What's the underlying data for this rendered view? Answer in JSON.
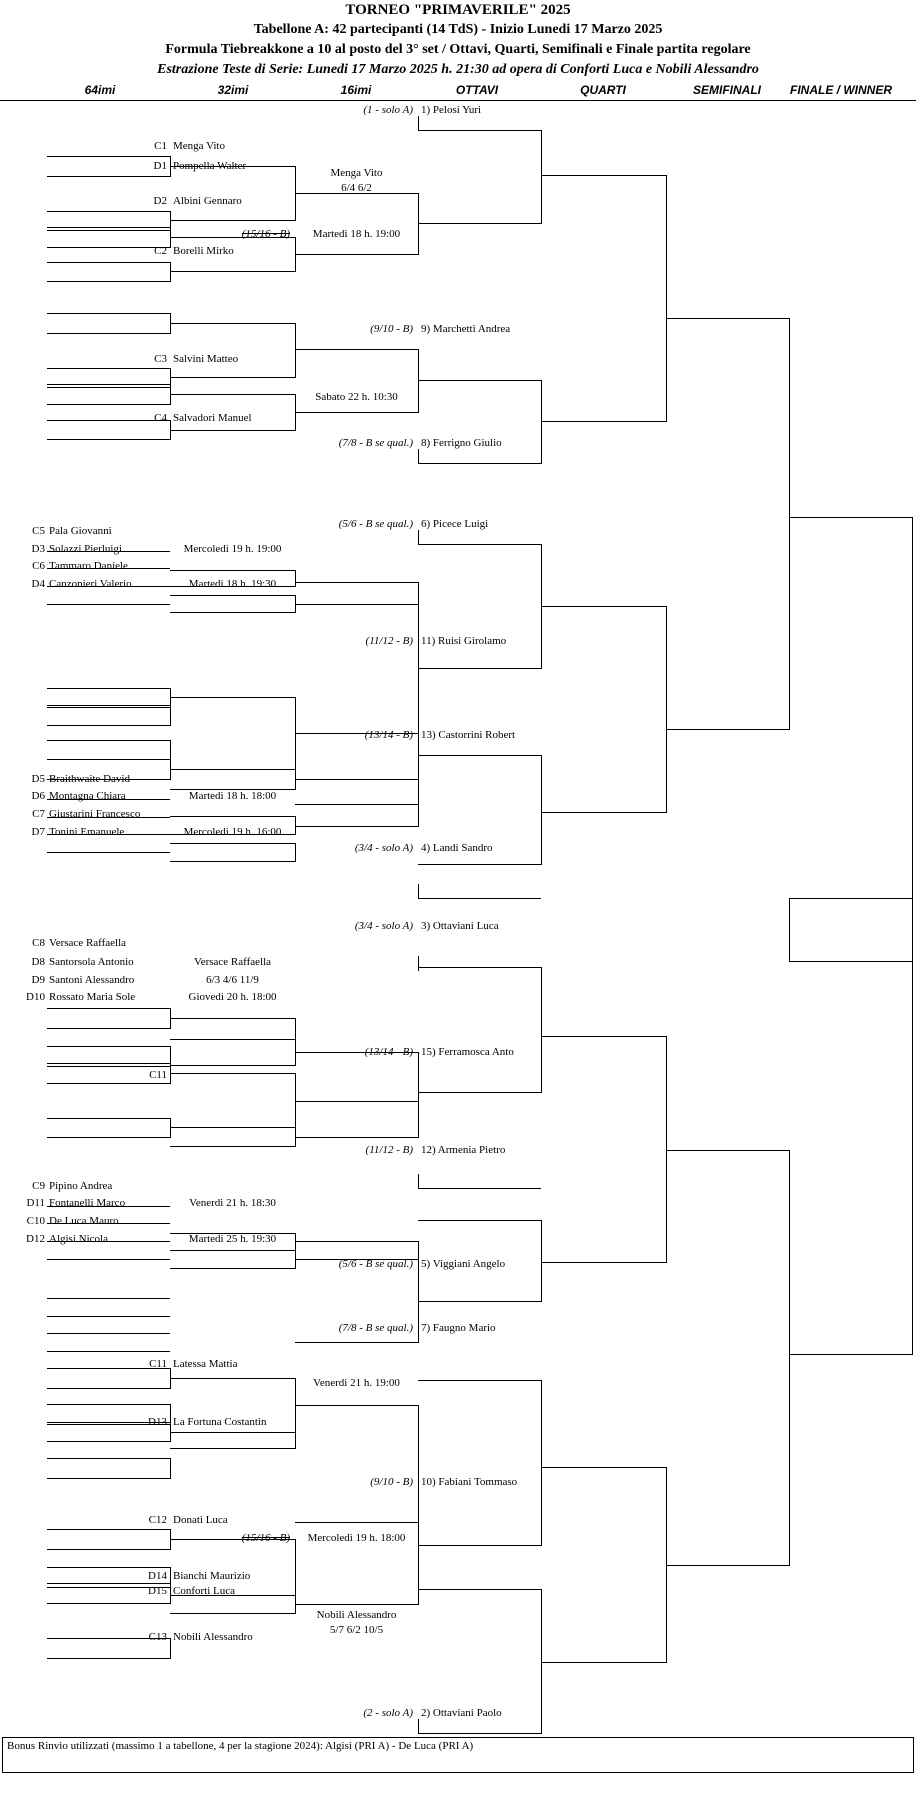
{
  "title": "TORNEO  \"PRIMAVERILE\"  2025",
  "subtitle": "Tabellone A: 42 partecipanti (14 TdS) - Inizio Lunedi 17 Marzo 2025",
  "formula": "Formula Tiebreakkone a 10 al posto del 3° set / Ottavi, Quarti, Semifinali e Finale partita regolare",
  "extraction": "Estrazione Teste di Serie: Lunedi 17 Marzo 2025 h. 21:30 ad opera di Conforti Luca e Nobili Alessandro",
  "columns": [
    "64imi",
    "32imi",
    "16imi",
    "OTTAVI",
    "QUARTI",
    "SEMIFINALI",
    "FINALE / WINNER"
  ],
  "bonus": "Bonus Rinvio utilizzati (massimo 1 a tabellone, 4 per la stagione 2024): Algisi (PRI A) - De Luca (PRI A)",
  "seeds": {
    "s1": {
      "tag": "(1 - solo A)",
      "name": "1) Pelosi Yuri"
    },
    "s9": {
      "tag": "(9/10 - B)",
      "name": "9) Marchetti Andrea"
    },
    "s8": {
      "tag": "(7/8 - B se qual.)",
      "name": "8) Ferrigno Giulio"
    },
    "s6": {
      "tag": "(5/6 - B se qual.)",
      "name": "6) Picece Luigi"
    },
    "s11": {
      "tag": "(11/12 - B)",
      "name": "11) Ruisi Girolamo"
    },
    "s13": {
      "tag": "(13/14 - B)",
      "name": "13) Castorrini Robert"
    },
    "s4": {
      "tag": "(3/4 - solo A)",
      "name": "4) Landi Sandro"
    },
    "s3": {
      "tag": "(3/4 - solo A)",
      "name": "3) Ottaviani Luca"
    },
    "s15": {
      "tag": "(13/14 - B)",
      "name": "15) Ferramosca Anto"
    },
    "s12": {
      "tag": "(11/12 - B)",
      "name": "12) Armenia Pietro"
    },
    "s5": {
      "tag": "(5/6 - B se qual.)",
      "name": "5) Viggiani Angelo"
    },
    "s7": {
      "tag": "(7/8 - B se qual.)",
      "name": "7) Faugno Mario"
    },
    "s10": {
      "tag": "(9/10 - B)",
      "name": "10) Fabiani Tommaso"
    },
    "s2": {
      "tag": "(2 - solo A)",
      "name": "2) Ottaviani Paolo"
    }
  },
  "struck_tag": "(15/16 - B)",
  "entries": {
    "C1": {
      "code": "C1",
      "name": "Menga Vito"
    },
    "D1": {
      "code": "D1",
      "name": "Pompella Walter"
    },
    "D2": {
      "code": "D2",
      "name": "Albini Gennaro"
    },
    "C2": {
      "code": "C2",
      "name": "Borelli Mirko"
    },
    "C3": {
      "code": "C3",
      "name": "Salvini Matteo"
    },
    "C4": {
      "code": "C4",
      "name": "Salvadori Manuel"
    },
    "C5": {
      "code": "C5",
      "name": "Pala Giovanni"
    },
    "D3": {
      "code": "D3",
      "name": "Solazzi Pierluigi"
    },
    "C6": {
      "code": "C6",
      "name": "Tammaro Daniele"
    },
    "D4": {
      "code": "D4",
      "name": "Canzonieri Valerio"
    },
    "D5": {
      "code": "D5",
      "name": "Braithwaite David"
    },
    "D6": {
      "code": "D6",
      "name": "Montagna Chiara"
    },
    "C7": {
      "code": "C7",
      "name": "Giustarini Francesco"
    },
    "D7": {
      "code": "D7",
      "name": "Tonini Emanuele"
    },
    "C8": {
      "code": "C8",
      "name": "Versace Raffaella"
    },
    "D8": {
      "code": "D8",
      "name": "Santorsola Antonio"
    },
    "D9": {
      "code": "D9",
      "name": "Santoni Alessandro"
    },
    "D10": {
      "code": "D10",
      "name": "Rossato Maria Sole"
    },
    "C11b": {
      "code": "C11",
      "name": ""
    },
    "C9": {
      "code": "C9",
      "name": "Pipino Andrea"
    },
    "D11": {
      "code": "D11",
      "name": "Fontanelli Marco"
    },
    "C10": {
      "code": "C10",
      "name": "De Luca Mauro"
    },
    "D12": {
      "code": "D12",
      "name": "Algisi Nicola"
    },
    "C11": {
      "code": "C11",
      "name": "Latessa Mattia"
    },
    "D13": {
      "code": "D13",
      "name": "La Fortuna Costantin"
    },
    "C12": {
      "code": "C12",
      "name": "Donati Luca"
    },
    "D14": {
      "code": "D14",
      "name": "Bianchi Maurizio"
    },
    "D15": {
      "code": "D15",
      "name": "Conforti Luca"
    },
    "C13": {
      "code": "C13",
      "name": "Nobili Alessandro"
    }
  },
  "matches": {
    "m1_winner": "Menga Vito",
    "m1_score": "6/4  6/2",
    "m2_sched": "Martedi 18 h. 19:00",
    "m3_sched": "Sabato 22 h. 10:30",
    "m4_sched": "Mercoledi 19 h. 19:00",
    "m5_sched": "Martedi 18 h. 19:30",
    "m6_sched": "Martedi 18 h. 18:00",
    "m7_sched": "Mercoledi 19 h. 16:00",
    "m8_winner": "Versace Raffaella",
    "m8_score": "6/3  4/6  11/9",
    "m9_sched": "Giovedi 20 h. 18:00",
    "m10_sched": "Venerdi 21 h. 18:30",
    "m11_sched": "Martedi 25 h. 19:30",
    "m12_sched": "Venerdi 21 h. 19:00",
    "m13_sched": "Mercoledi 19 h. 18:00",
    "m14_winner": "Nobili Alessandro",
    "m14_score": "5/7  6/2  10/5"
  }
}
